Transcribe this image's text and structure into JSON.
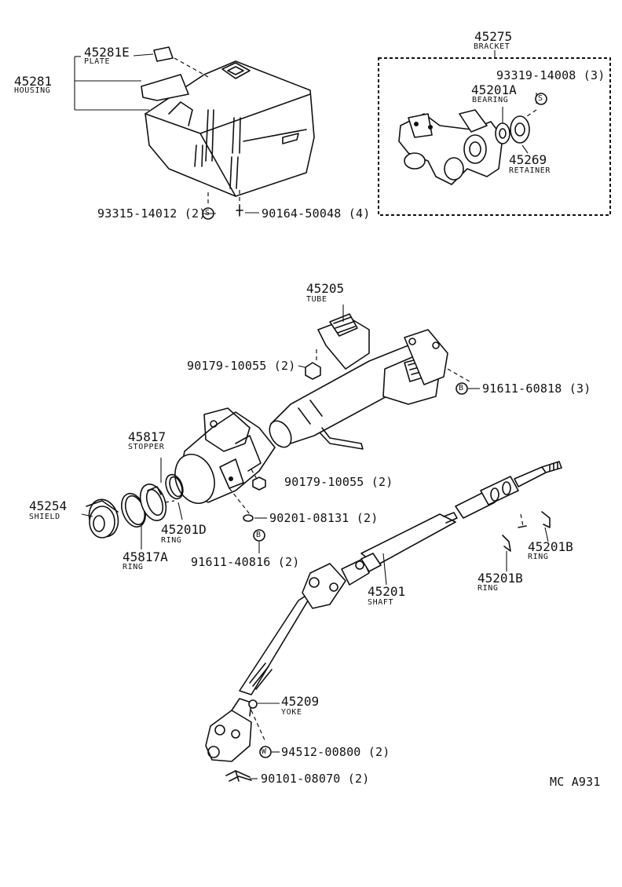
{
  "diagram": {
    "code": "MC  A931",
    "parts": {
      "p45281E": {
        "number": "45281E",
        "name": "PLATE"
      },
      "p45281": {
        "number": "45281",
        "name": "HOUSING"
      },
      "p93315": {
        "number": "93315-14012 (2)"
      },
      "p90164": {
        "number": "90164-50048 (4)"
      },
      "p45275": {
        "number": "45275",
        "name": "BRACKET"
      },
      "p93319": {
        "number": "93319-14008 (3)"
      },
      "p45201A": {
        "number": "45201A",
        "name": "BEARING"
      },
      "p45269": {
        "number": "45269",
        "name": "RETAINER"
      },
      "p45205": {
        "number": "45205",
        "name": "TUBE"
      },
      "p90179a": {
        "number": "90179-10055 (2)"
      },
      "p91611b": {
        "number": "91611-60818 (3)"
      },
      "p45817": {
        "number": "45817",
        "name": "STOPPER"
      },
      "p45254": {
        "number": "45254",
        "name": "SHIELD"
      },
      "p45817A": {
        "number": "45817A",
        "name": "RING"
      },
      "p45201D": {
        "number": "45201D",
        "name": "RING"
      },
      "p90179b": {
        "number": "90179-10055 (2)"
      },
      "p90201": {
        "number": "90201-08131 (2)"
      },
      "p91611a": {
        "number": "91611-40816 (2)"
      },
      "p45201": {
        "number": "45201",
        "name": "SHAFT"
      },
      "p45201B1": {
        "number": "45201B",
        "name": "RING"
      },
      "p45201B2": {
        "number": "45201B",
        "name": "RING"
      },
      "p45209": {
        "number": "45209",
        "name": "YOKE"
      },
      "p94512": {
        "number": "94512-00800 (2)"
      },
      "p90101": {
        "number": "90101-08070 (2)"
      }
    },
    "symbols": {
      "s": "S",
      "b": "B",
      "w": "W"
    }
  }
}
